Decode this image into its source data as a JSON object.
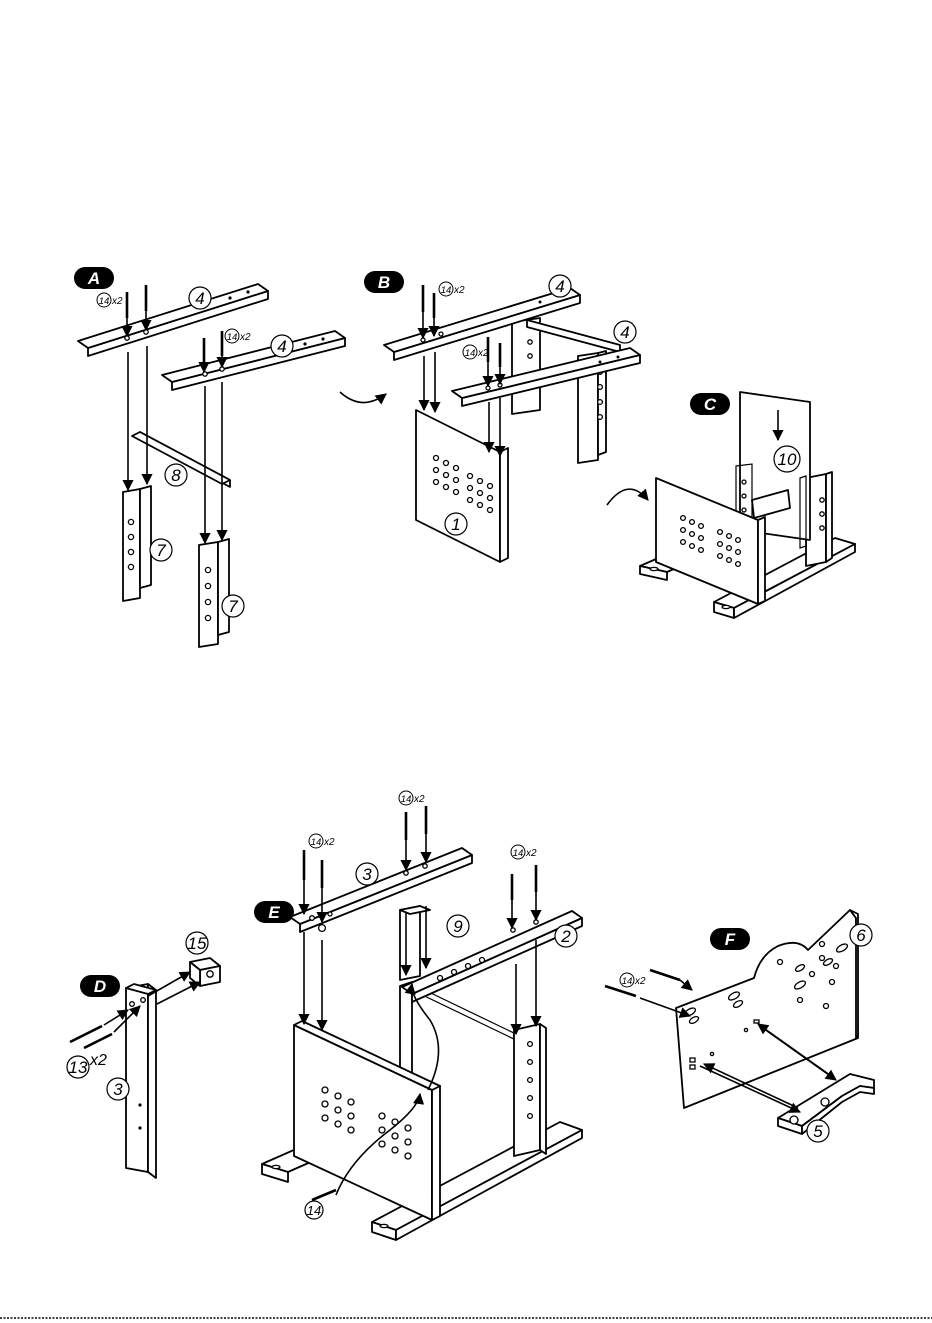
{
  "steps": {
    "a": {
      "letter": "A"
    },
    "b": {
      "letter": "B"
    },
    "c": {
      "letter": "C"
    },
    "d": {
      "letter": "D"
    },
    "e": {
      "letter": "E"
    },
    "f": {
      "letter": "F"
    }
  },
  "parts": {
    "p1": "1",
    "p2": "2",
    "p3": "3",
    "p4": "4",
    "p5": "5",
    "p6": "6",
    "p7": "7",
    "p8": "8",
    "p9": "9",
    "p10": "10",
    "p13": "13",
    "p14": "14",
    "p15": "15"
  },
  "quantities": {
    "x2": "x2"
  },
  "icons": {
    "rotate": "rotate-arrow-icon",
    "screw": "screw-icon",
    "insert_arrow": "insert-arrow-icon"
  }
}
